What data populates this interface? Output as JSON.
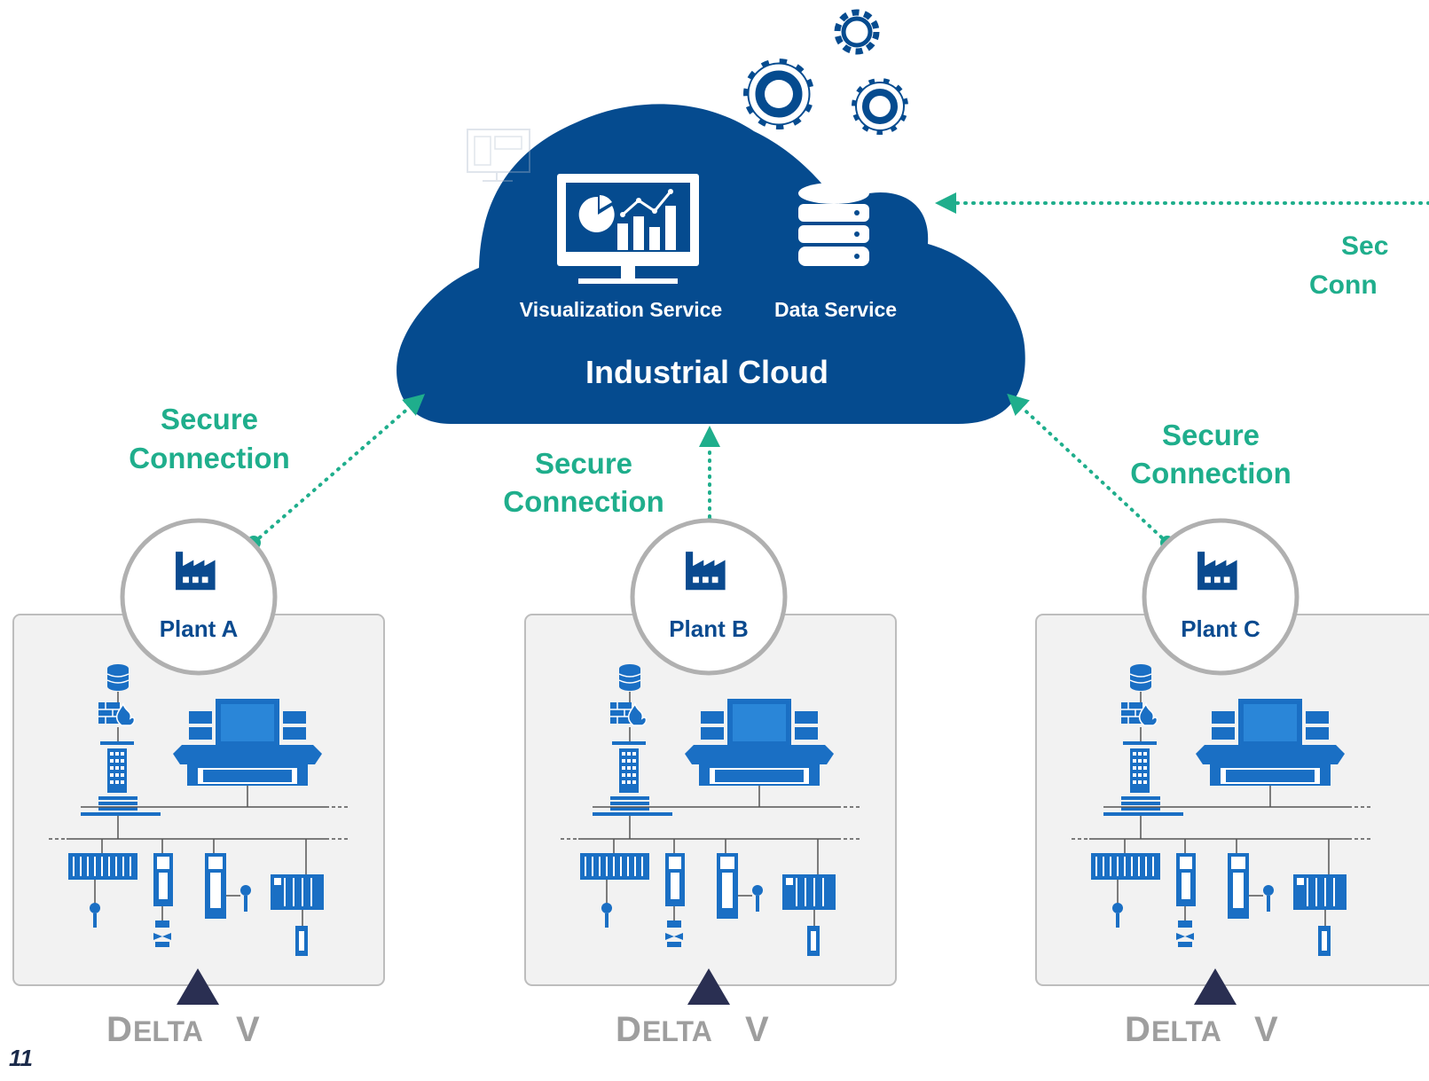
{
  "cloud": {
    "title": "Industrial Cloud",
    "services": [
      {
        "label": "Visualization Service",
        "icon": "monitor-chart-icon"
      },
      {
        "label": "Data Service",
        "icon": "database-icon"
      }
    ],
    "gears_icon": "gears-icon",
    "color": "#054b8f"
  },
  "connections": [
    {
      "label_line1": "Secure",
      "label_line2": "Connection"
    },
    {
      "label_line1": "Secure",
      "label_line2": "Connection"
    },
    {
      "label_line1": "Secure",
      "label_line2": "Connection"
    },
    {
      "label_line1": "Sec",
      "label_line2": "Conn"
    }
  ],
  "plants": [
    {
      "name": "Plant A",
      "brand": "DeltaV"
    },
    {
      "name": "Plant B",
      "brand": "DeltaV"
    },
    {
      "name": "Plant C",
      "brand": "DeltaV"
    }
  ],
  "colors": {
    "accent_green": "#1fae8c",
    "device_blue": "#1a6fc4",
    "panel_bg": "#f2f2f2",
    "panel_border": "#bdbdbd",
    "brand_gray": "#9e9e9e"
  },
  "page_number": "11"
}
